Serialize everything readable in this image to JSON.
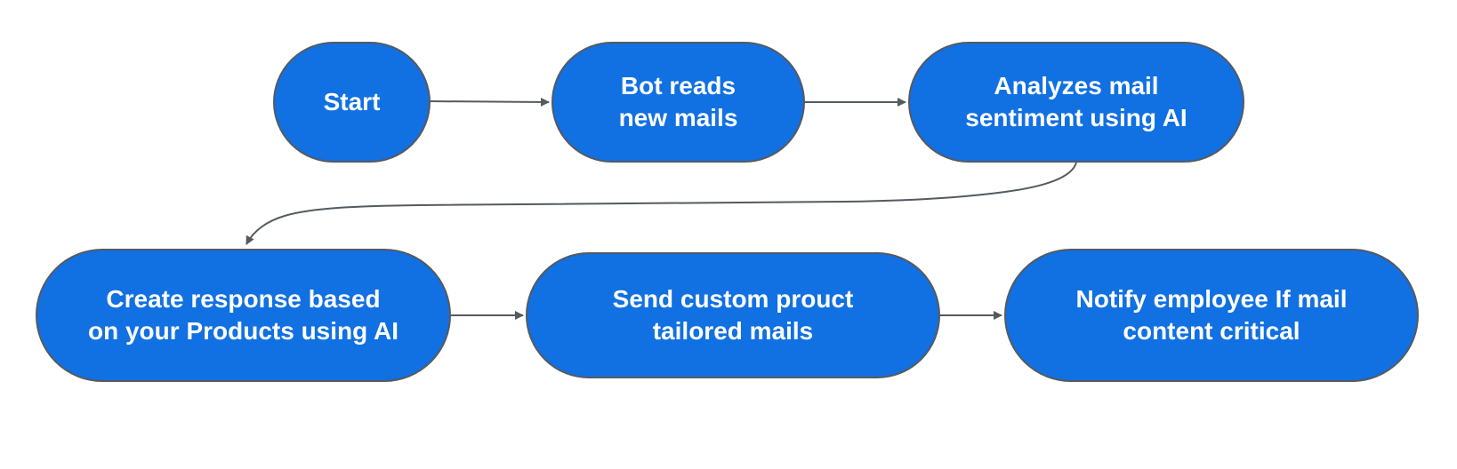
{
  "diagram": {
    "node_fill": "#1170e2",
    "node_border": "#555a60",
    "node_text_color": "#ffffff",
    "connector_color": "#555a60",
    "nodes": {
      "start": "Start",
      "read": "Bot reads\nnew mails",
      "analyze": "Analyzes mail\nsentiment  using AI",
      "create": "Create response based\non your Products using AI",
      "send": "Send custom prouct\ntailored mails",
      "notify": "Notify employee If mail\ncontent critical"
    },
    "edges": [
      {
        "from": "start",
        "to": "read"
      },
      {
        "from": "read",
        "to": "analyze"
      },
      {
        "from": "analyze",
        "to": "create"
      },
      {
        "from": "create",
        "to": "send"
      },
      {
        "from": "send",
        "to": "notify"
      }
    ]
  }
}
